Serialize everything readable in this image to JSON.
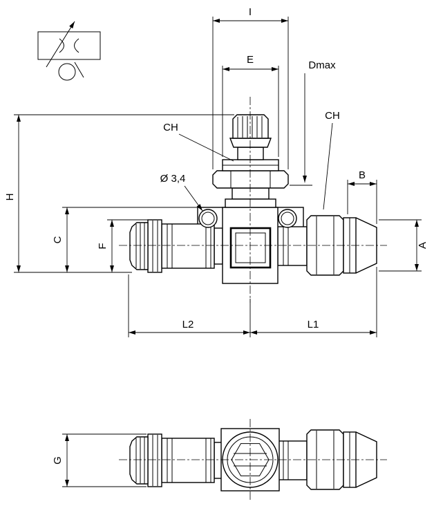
{
  "colors": {
    "line": "#000000",
    "background": "#ffffff"
  },
  "labels": {
    "dim_i": "I",
    "dim_e": "E",
    "dim_dmax": "Dmax",
    "ch_knob": "CH",
    "ch_nut": "CH",
    "dim_b": "B",
    "dim_h": "H",
    "dim_c": "C",
    "dim_f": "F",
    "dim_a": "A",
    "hole_diameter": "Ø 3,4",
    "dim_l2": "L2",
    "dim_l1": "L1",
    "dim_g": "G"
  }
}
